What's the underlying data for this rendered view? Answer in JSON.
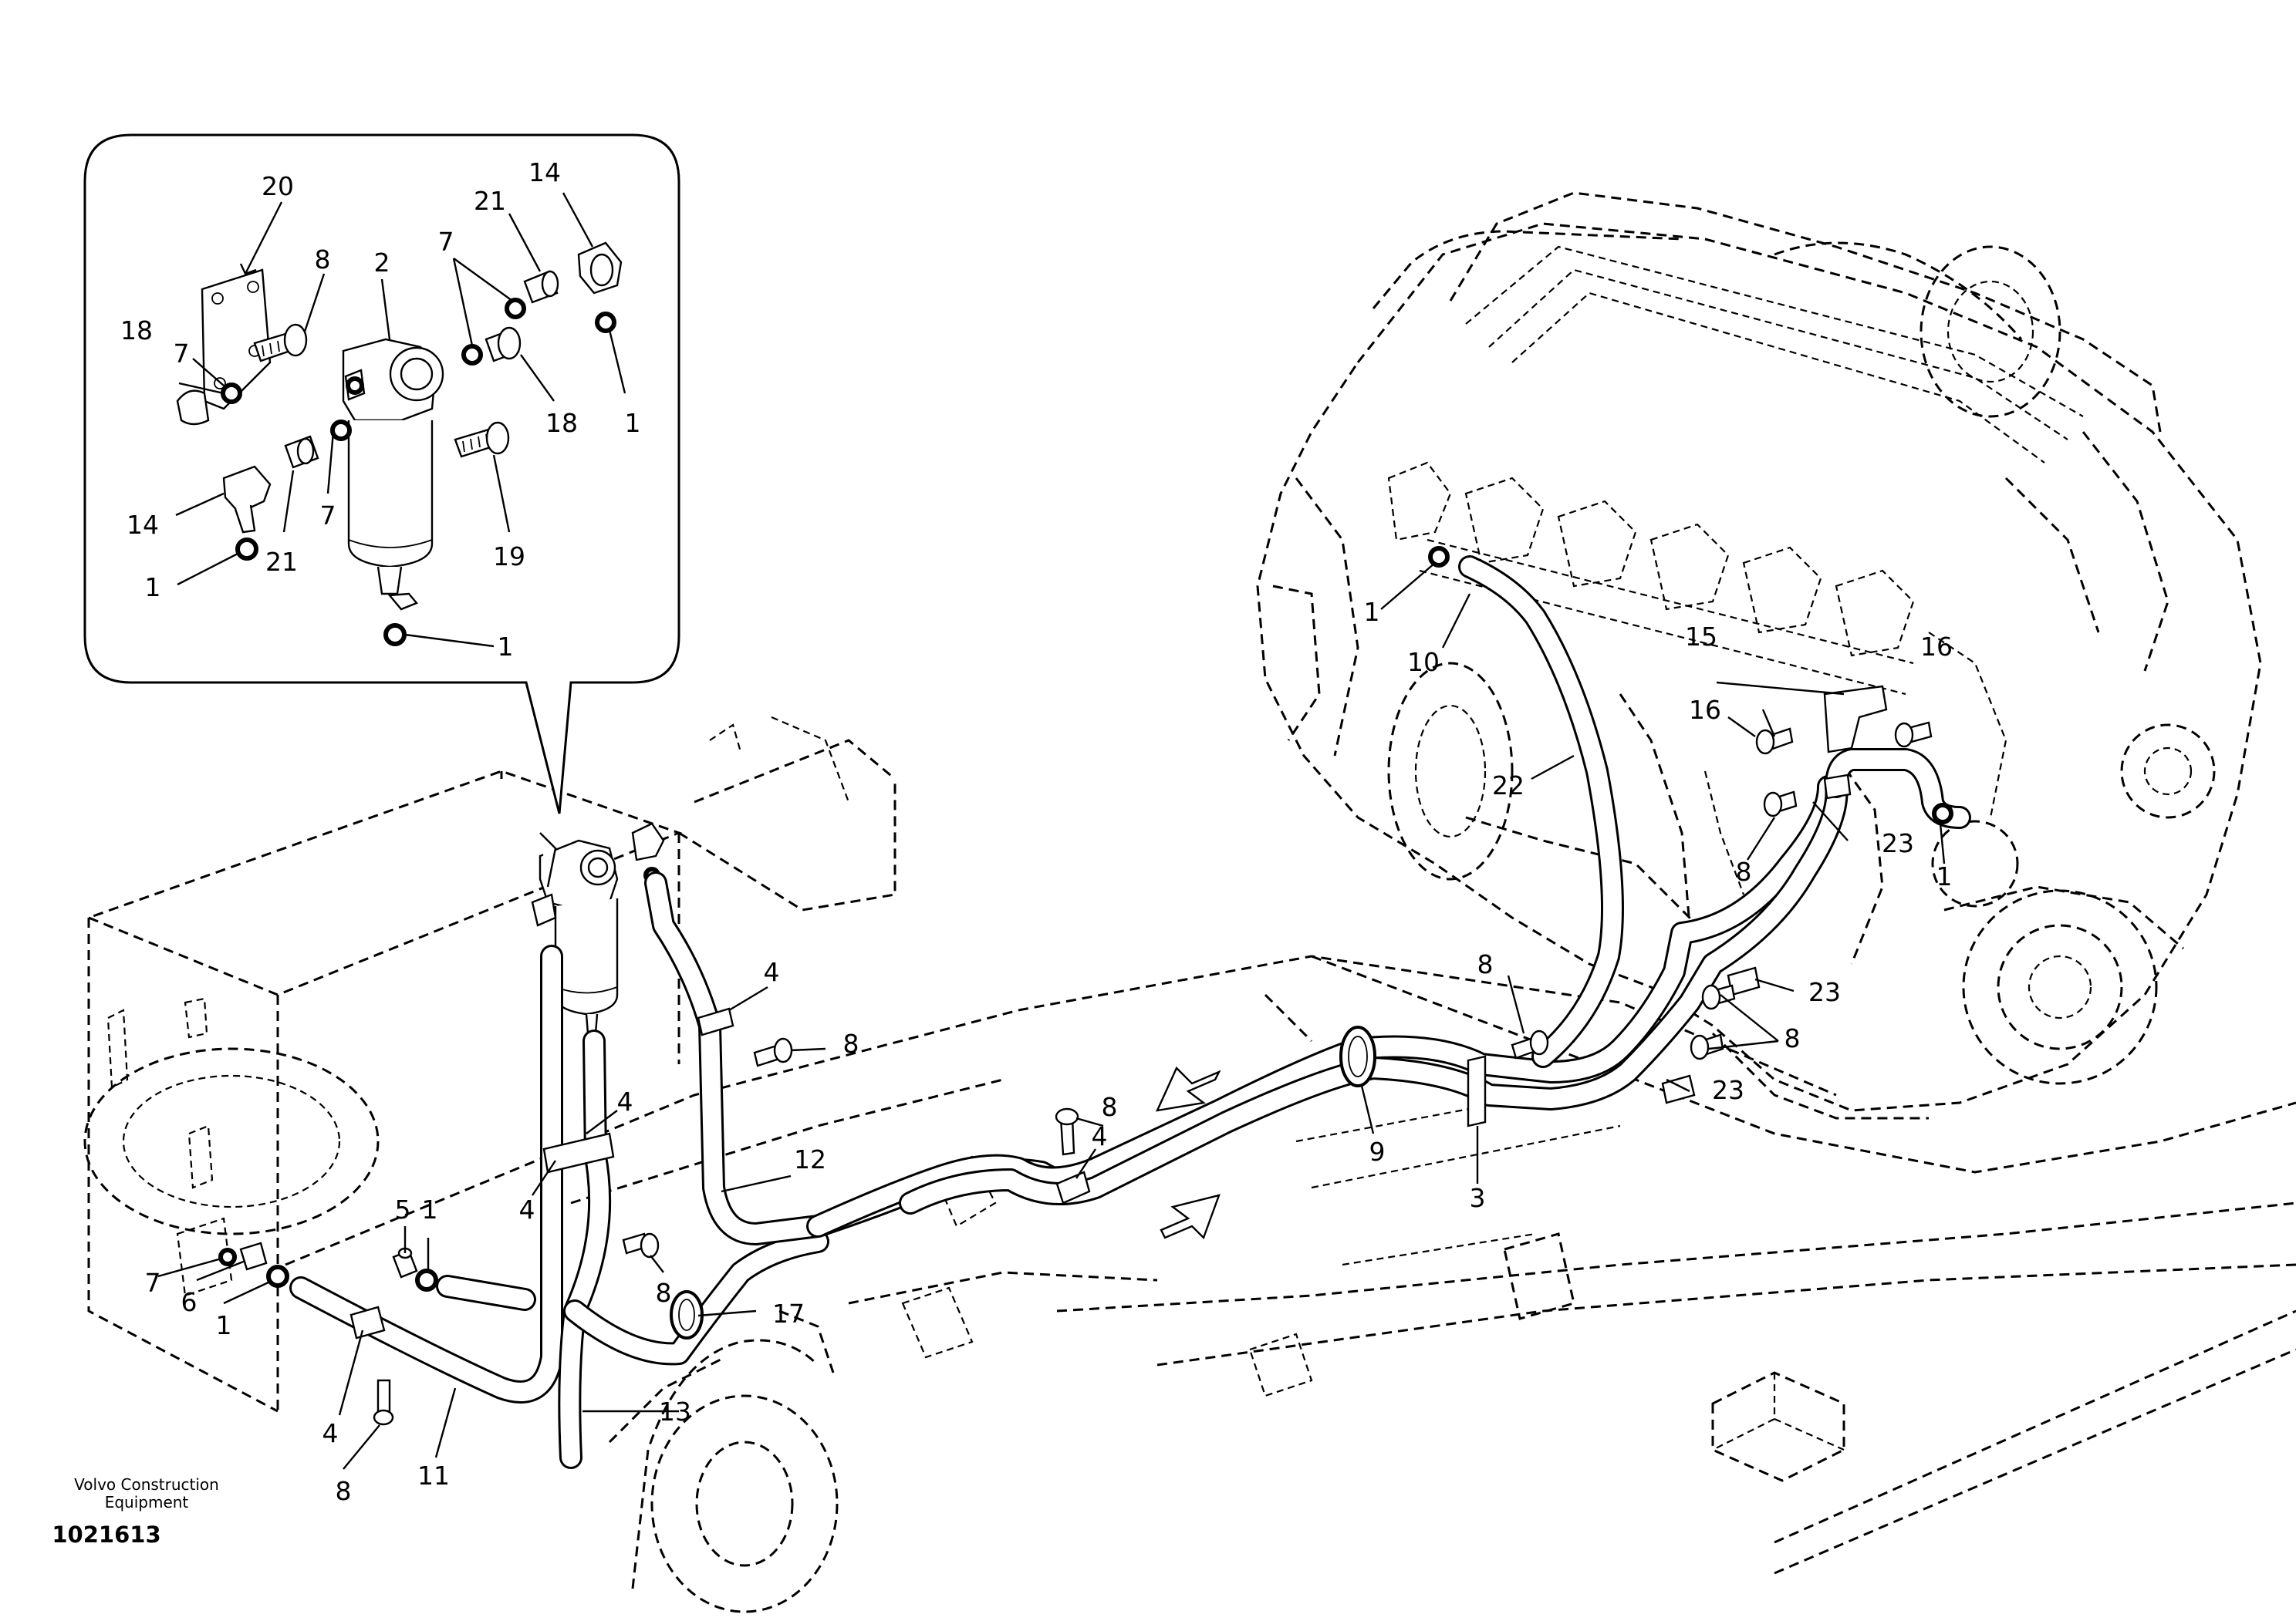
{
  "diagram": {
    "publisher_line1": "Volvo Construction",
    "publisher_line2": "Equipment",
    "drawing_number": "1021613",
    "detail_callouts": [
      {
        "id": "d20",
        "label": "20"
      },
      {
        "id": "d8",
        "label": "8"
      },
      {
        "id": "d2",
        "label": "2"
      },
      {
        "id": "d7a",
        "label": "7"
      },
      {
        "id": "d21a",
        "label": "21"
      },
      {
        "id": "d14a",
        "label": "14"
      },
      {
        "id": "d18a",
        "label": "18"
      },
      {
        "id": "d7b",
        "label": "7"
      },
      {
        "id": "d18b",
        "label": "18"
      },
      {
        "id": "d1a",
        "label": "1"
      },
      {
        "id": "d14b",
        "label": "14"
      },
      {
        "id": "d7c",
        "label": "7"
      },
      {
        "id": "d21b",
        "label": "21"
      },
      {
        "id": "d19",
        "label": "19"
      },
      {
        "id": "d1b",
        "label": "1"
      },
      {
        "id": "d1c",
        "label": "1"
      }
    ],
    "main_callouts": [
      {
        "id": "m1a",
        "label": "1"
      },
      {
        "id": "m10",
        "label": "10"
      },
      {
        "id": "m15",
        "label": "15"
      },
      {
        "id": "m16a",
        "label": "16"
      },
      {
        "id": "m16b",
        "label": "16"
      },
      {
        "id": "m22",
        "label": "22"
      },
      {
        "id": "m23a",
        "label": "23"
      },
      {
        "id": "m1b",
        "label": "1"
      },
      {
        "id": "m8a",
        "label": "8"
      },
      {
        "id": "m8b",
        "label": "8"
      },
      {
        "id": "m23b",
        "label": "23"
      },
      {
        "id": "m8c",
        "label": "8"
      },
      {
        "id": "m23c",
        "label": "23"
      },
      {
        "id": "m4a",
        "label": "4"
      },
      {
        "id": "m8d",
        "label": "8"
      },
      {
        "id": "m8e",
        "label": "8"
      },
      {
        "id": "m4b",
        "label": "4"
      },
      {
        "id": "m9",
        "label": "9"
      },
      {
        "id": "m3",
        "label": "3"
      },
      {
        "id": "m4c",
        "label": "4"
      },
      {
        "id": "m4d",
        "label": "4"
      },
      {
        "id": "m12",
        "label": "12"
      },
      {
        "id": "m5",
        "label": "5"
      },
      {
        "id": "m1c",
        "label": "1"
      },
      {
        "id": "m7",
        "label": "7"
      },
      {
        "id": "m6",
        "label": "6"
      },
      {
        "id": "m1d",
        "label": "1"
      },
      {
        "id": "m8f",
        "label": "8"
      },
      {
        "id": "m17",
        "label": "17"
      },
      {
        "id": "m13",
        "label": "13"
      },
      {
        "id": "m4e",
        "label": "4"
      },
      {
        "id": "m11",
        "label": "11"
      },
      {
        "id": "m8g",
        "label": "8"
      }
    ]
  }
}
